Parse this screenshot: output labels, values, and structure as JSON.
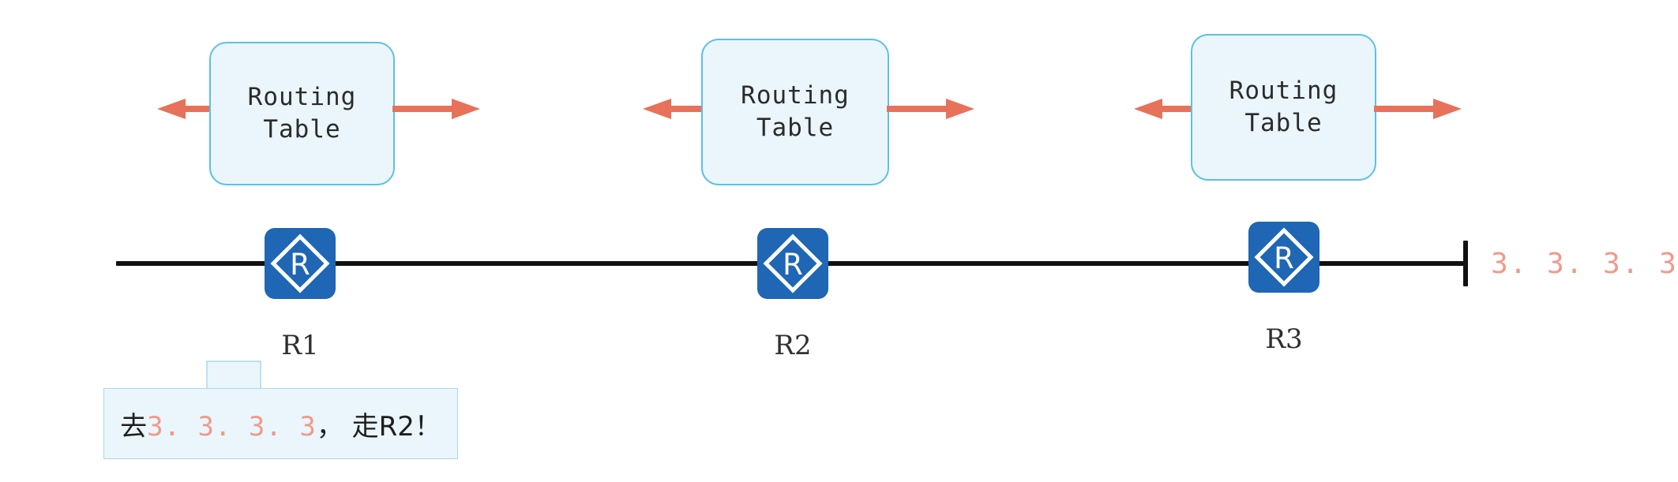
{
  "diagram": {
    "title": "router-routing-table-path-diagram",
    "colors": {
      "router_blue": "#1f66b5",
      "box_fill": "#eaf6fb",
      "box_border": "#5bc0e8",
      "arrow_coral": "#e8715a",
      "ip_coral": "#ef9a8c",
      "line_black": "#111111",
      "callout_fill": "#eaf6fb",
      "callout_border": "#a9d8ec"
    },
    "routing_tables": [
      {
        "line1": "Routing",
        "line2": "Table",
        "left_arrow": "arrow-left",
        "right_arrow": "arrow-right"
      },
      {
        "line1": "Routing",
        "line2": "Table",
        "left_arrow": "arrow-left",
        "right_arrow": "arrow-right"
      },
      {
        "line1": "Routing",
        "line2": "Table",
        "left_arrow": "arrow-left",
        "right_arrow": "arrow-right"
      }
    ],
    "routers": [
      {
        "name": "R1",
        "glyph": "R"
      },
      {
        "name": "R2",
        "glyph": "R"
      },
      {
        "name": "R3",
        "glyph": "R"
      }
    ],
    "endpoint": {
      "ip": "3. 3. 3. 3"
    },
    "callout": {
      "prefix": "去",
      "ip": "3. 3. 3. 3",
      "suffix": "， 走R2！",
      "full_text": "去3.3.3.3，走R2！"
    }
  }
}
